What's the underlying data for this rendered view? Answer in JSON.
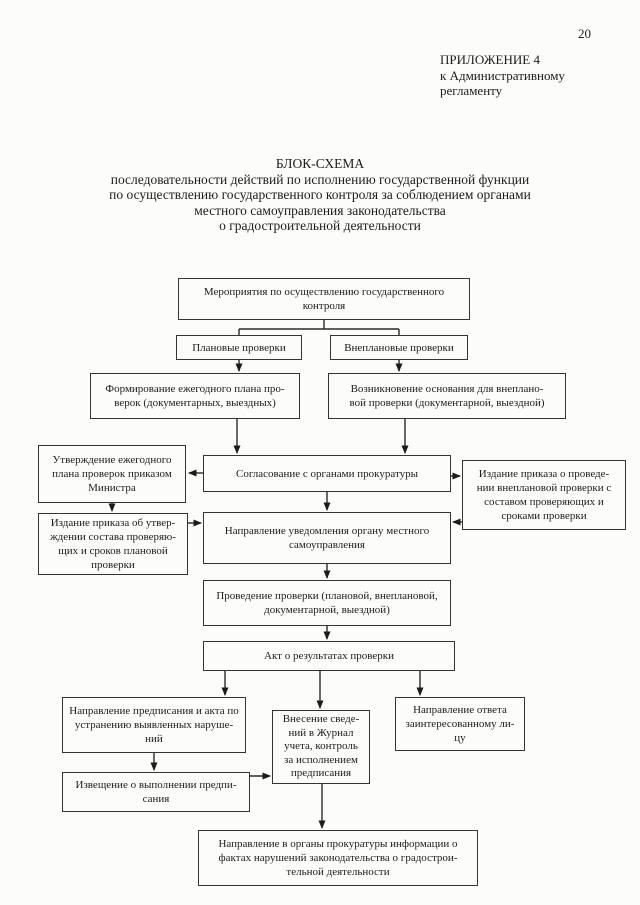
{
  "page": {
    "number": "20",
    "appendix_lines": [
      "ПРИЛОЖЕНИЕ 4",
      "к Административному",
      "регламенту"
    ],
    "title_lines": [
      "БЛОК-СХЕМА",
      "последовательности действий по исполнению государственной функции",
      "по осуществлению государственного контроля за соблюдением органами",
      "местного самоуправления законодательства",
      "о градостроительной деятельности"
    ]
  },
  "flowchart": {
    "boxes": {
      "measures": "Мероприятия по осуществлению государственного\nконтроля",
      "planned": "Плановые проверки",
      "unplanned": "Внеплановые проверки",
      "form_plan": "Формирование ежегодного плана про-\nверок (документарных, выездных)",
      "basis_unplanned": "Возникновение основания для внеплано-\nвой проверки (документарной, выездной)",
      "approve_plan": "Утверждение ежегодного\nплана проверок приказом\nМинистра",
      "coordination": "Согласование с органами прокуратуры",
      "order_unplanned": "Издание приказа о проведе-\nнии внеплановой проверки с\nсоставом проверяющих и\nсроками проверки",
      "order_planned": "Издание приказа об утвер-\nждении состава проверяю-\nщих и сроков плановой\nпроверки",
      "notification": "Направление уведомления органу местного\nсамоуправления",
      "conduct": "Проведение проверки (плановой, внеплановой,\nдокументарной, выездной)",
      "act": "Акт о результатах проверки",
      "send_order": "Направление предписания и акта по\nустранению выявленных наруше-\nний",
      "journal": "Внесение сведе-\nний в Журнал\nучета, контроль\nза исполнением\nпредписания",
      "answer": "Направление ответа\nзаинтересованному ли-\nцу",
      "notice_done": "Извещение о выполнении предпи-\nсания",
      "prosecutor_info": "Направление в органы прокуратуры информации о\nфактах нарушений законодательства о градострои-\nтельной деятельности"
    },
    "colors": {
      "ink": "#1c1c1c",
      "paper": "#fcfcfa",
      "border": "#343434"
    }
  }
}
